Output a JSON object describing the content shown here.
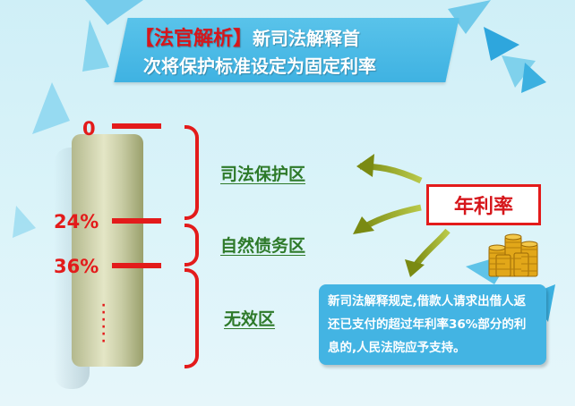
{
  "header": {
    "tag": "【法官解析】",
    "line1_rest": "新司法解释首",
    "line2": "次将保护标准设定为固定利率"
  },
  "scale": {
    "levels": [
      "0",
      "24%",
      "36%"
    ],
    "continuation": "⋮"
  },
  "zones": {
    "judicial": "司法保护区",
    "natural": "自然债务区",
    "invalid": "无效区"
  },
  "rate_label": "年利率",
  "note": "新司法解释规定,借款人请求出借人返还已支付的超过年利率36%部分的利息的,人民法院应予支持。",
  "colors": {
    "accent_red": "#e31b1b",
    "zone_green": "#2e7a2a",
    "banner_blue": "#3fb2e2",
    "arrow_olive": "#8a9a1a"
  }
}
